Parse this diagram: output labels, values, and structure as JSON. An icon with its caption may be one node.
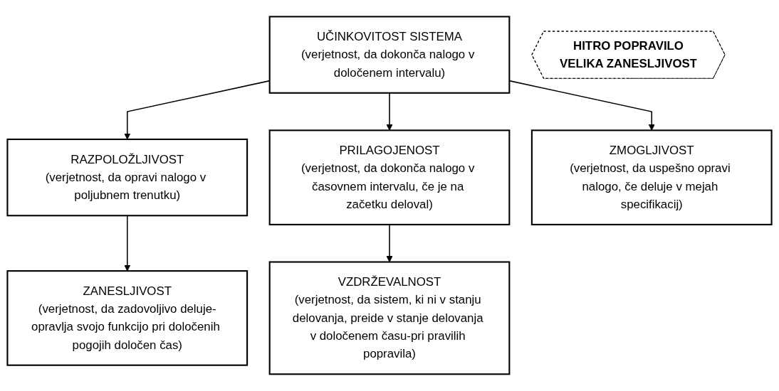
{
  "diagram": {
    "nodes": [
      {
        "text": [
          "UČINKOVITOST SISTEMA",
          "(verjetnost, da dokonča nalogo v določenem intervalu)"
        ]
      },
      {
        "text": [
          "RAZPOLOŽLJIVOST",
          "(verjetnost, da opravi nalogo v poljubnem trenutku)"
        ]
      },
      {
        "text": [
          "PRILAGOJENOST",
          "(verjetnost, da dokonča nalogo v časovnem intervalu, če je na začetku deloval)"
        ]
      },
      {
        "text": [
          "ZMOGLJIVOST",
          "(verjetnost, da uspešno opravi nalogo, če deluje v mejah specifikacij)"
        ]
      },
      {
        "text": [
          "HITRO POPRAVILO",
          "VELIKA ZANESLJIVOST"
        ]
      },
      {
        "text": [
          "ZANESLJIVOST",
          "(verjetnost, da zadovoljivo deluje-opravlja svojo funkcijo pri določenih pogojih določen čas)"
        ]
      },
      {
        "text": [
          "VZDRŽEVALNOST",
          "(verjetnost, da sistem, ki ni v stanju delovanja, preide v stanje delovanja v določenem času-pri pravilih popravila)"
        ]
      }
    ],
    "edges": [
      {
        "from": 0,
        "to": 1,
        "arrow": "to"
      },
      {
        "from": 0,
        "to": 2,
        "arrow": "to"
      },
      {
        "from": 0,
        "to": 3,
        "arrow": "to"
      },
      {
        "from": 1,
        "to": 5,
        "arrow": "to"
      },
      {
        "from": 2,
        "to": 6,
        "arrow": "to"
      }
    ]
  }
}
